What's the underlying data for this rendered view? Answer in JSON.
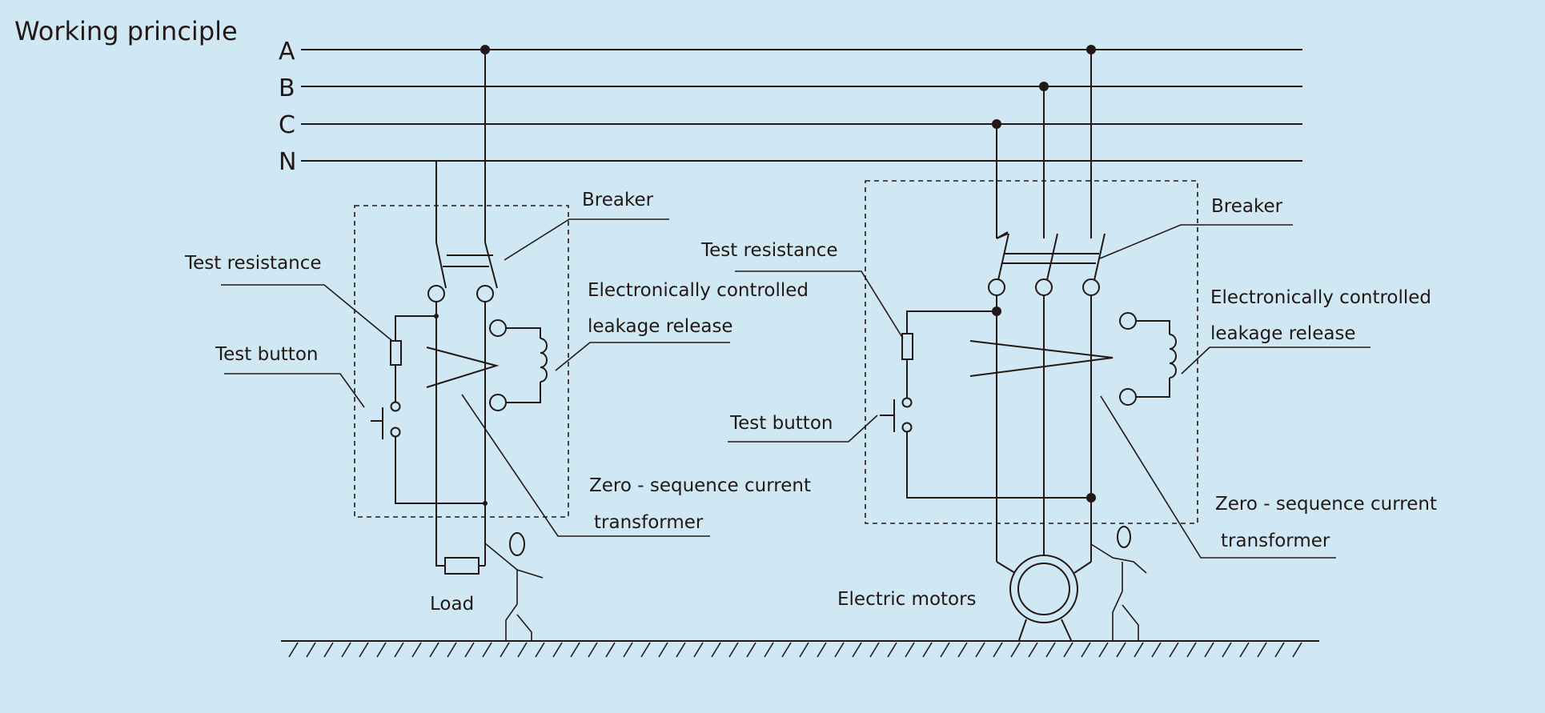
{
  "title": "Working principle",
  "bus_labels": [
    "A",
    "B",
    "C",
    "N"
  ],
  "left_circuit": {
    "breaker": "Breaker",
    "test_resistance": "Test resistance",
    "test_button": "Test button",
    "release_line1": "Electronically controlled",
    "release_line2": "leakage release",
    "zsct_line1": "Zero - sequence current",
    "zsct_line2": "transformer",
    "load": "Load"
  },
  "right_circuit": {
    "breaker": "Breaker",
    "test_resistance": "Test resistance",
    "test_button": "Test button",
    "release_line1": "Electronically controlled",
    "release_line2": "leakage release",
    "zsct_line1": "Zero - sequence current",
    "zsct_line2": "transformer",
    "motor": "Electric motors"
  },
  "colors": {
    "background": "#cfe8f3",
    "line": "#231815"
  }
}
